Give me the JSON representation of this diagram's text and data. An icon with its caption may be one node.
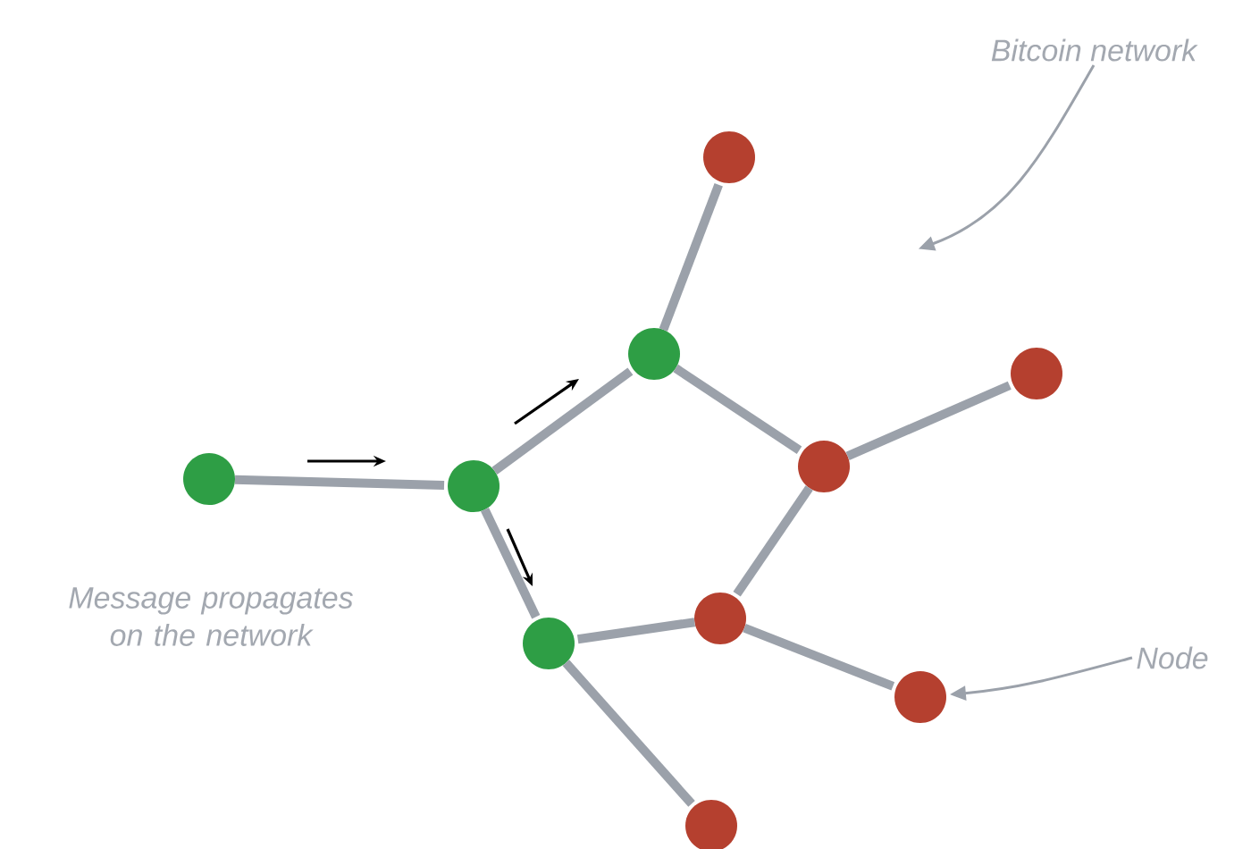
{
  "diagram": {
    "nodes": [
      {
        "text": [],
        "shape": "circle"
      },
      {
        "text": [],
        "shape": "circle"
      },
      {
        "text": [],
        "shape": "circle"
      },
      {
        "text": [],
        "shape": "circle"
      },
      {
        "text": [],
        "shape": "circle"
      },
      {
        "text": [],
        "shape": "circle"
      },
      {
        "text": [],
        "shape": "circle"
      },
      {
        "text": [],
        "shape": "circle"
      },
      {
        "text": [],
        "shape": "circle"
      },
      {
        "text": [],
        "shape": "circle"
      },
      {
        "text": [
          "Bitcoin network"
        ]
      },
      {
        "text": [
          "Node"
        ]
      }
    ],
    "edges": [
      {
        "from": 0,
        "to": 1,
        "arrow": "none"
      },
      {
        "from": 1,
        "to": 2,
        "arrow": "none"
      },
      {
        "from": 1,
        "to": 7,
        "arrow": "none"
      },
      {
        "from": 2,
        "to": 3,
        "arrow": "none"
      },
      {
        "from": 2,
        "to": 5,
        "arrow": "none"
      },
      {
        "from": 5,
        "to": 4,
        "arrow": "none"
      },
      {
        "from": 5,
        "to": 6,
        "arrow": "none"
      },
      {
        "from": 6,
        "to": 7,
        "arrow": "none"
      },
      {
        "from": 6,
        "to": 8,
        "arrow": "none"
      },
      {
        "from": 7,
        "to": 9,
        "arrow": "none"
      },
      {
        "from": 10,
        "to": null,
        "arrow": "to"
      },
      {
        "from": 11,
        "to": 8,
        "arrow": "to"
      }
    ],
    "labels": [
      "Message propagates on the network"
    ]
  }
}
